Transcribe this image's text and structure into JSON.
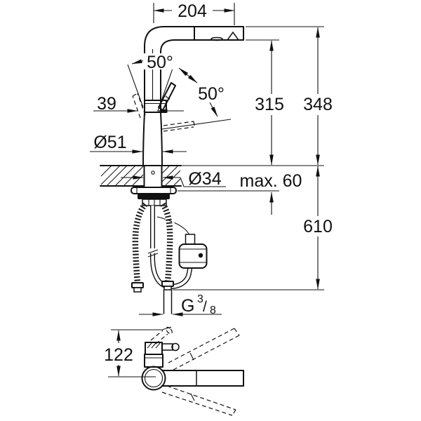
{
  "drawing": {
    "product": "pull-out-kitchen-faucet-dimensional-drawing",
    "line_color": "#111111",
    "background_color": "#ffffff"
  },
  "labels": {
    "spout_reach": "204",
    "handle_angle_left": "50°",
    "handle_angle_right": "50°",
    "handle_width": "39",
    "body_diameter": "Ø51",
    "hole_diameter": "Ø34",
    "counter_thickness": "max. 60",
    "height_spout_underside": "315",
    "height_spout_top": "348",
    "hose_length": "610",
    "thread_g": "G",
    "thread_numerator": "3",
    "thread_slash": "/",
    "thread_denominator": "8",
    "plan_view_depth": "122"
  }
}
